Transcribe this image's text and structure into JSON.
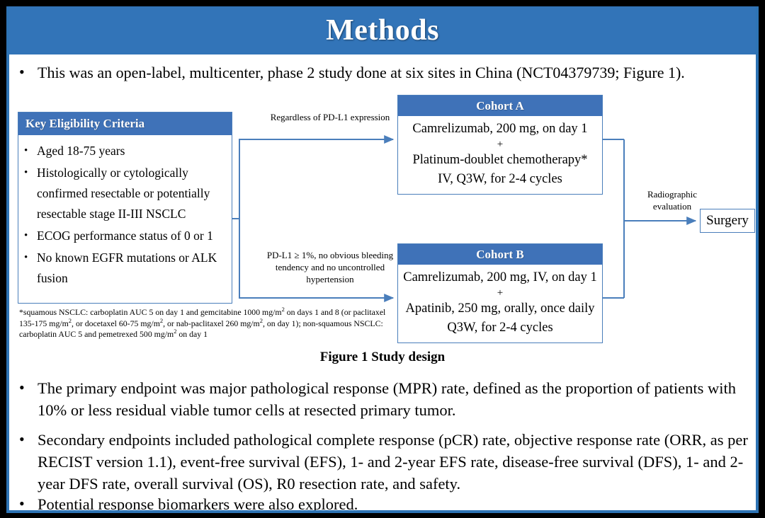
{
  "slide": {
    "title": "Methods",
    "accent_color": "#3274b8",
    "box_header_color": "#3f72b8",
    "box_border_color": "#4a7ebb",
    "frame_border_color": "#2e74b5"
  },
  "intro": {
    "bullet": "•",
    "text": "This was an open-label, multicenter, phase 2 study done at six sites in China (NCT04379739; Figure 1)."
  },
  "figure": {
    "caption": "Figure 1 Study design",
    "eligibility": {
      "header": "Key  Eligibility Criteria",
      "bullet": "•",
      "items": [
        "Aged 18-75 years",
        "Histologically or cytologically confirmed resectable or potentially resectable stage II-III  NSCLC",
        "ECOG performance status of 0 or 1",
        "No known EGFR mutations or ALK fusion"
      ]
    },
    "footnote": {
      "line1_a": "*squamous NSCLC: carboplatin AUC 5 on day 1 and gemcitabine 1000 mg/m",
      "line1_sup": "2",
      "line1_b": " on days 1 and 8 (or paclitaxel 135-175  mg/m",
      "line2_sup": "2",
      "line2_b": ", or docetaxel 60-75 mg/m",
      "line3_sup": "2",
      "line3_b": ", or nab-paclitaxel 260 mg/m",
      "line4_sup": "2",
      "line4_b": ", on day 1); non-squamous NSCLC: carboplatin AUC 5 and pemetrexed 500 mg/m",
      "line5_sup": "2",
      "line5_b": " on day 1"
    },
    "cohort_a": {
      "header": "Cohort A",
      "line1": "Camrelizumab, 200 mg, on day 1",
      "plus": "+",
      "line2": "Platinum-doublet chemotherapy*",
      "line3": "IV, Q3W, for 2-4 cycles"
    },
    "cohort_b": {
      "header": "Cohort B",
      "line1": "Camrelizumab, 200 mg, IV, on day 1",
      "plus": "+",
      "line2": "Apatinib, 250 mg, orally, once daily",
      "line3": "Q3W, for 2-4 cycles"
    },
    "labels": {
      "regardless": "Regardless  of PD-L1 expression",
      "pdl1": "PD-L1 ≥ 1%, no obvious bleeding tendency  and no uncontrolled  hypertension",
      "radiographic": "Radiographic evaluation"
    },
    "surgery": {
      "label": "Surgery"
    }
  },
  "endpoints": [
    {
      "bullet": "•",
      "text": "The primary endpoint was major pathological response (MPR) rate, defined as the proportion of patients with 10% or less residual viable tumor cells at resected primary tumor."
    },
    {
      "bullet": "•",
      "text": "Secondary endpoints included pathological complete response (pCR) rate, objective response rate (ORR, as per RECIST version 1.1), event-free survival (EFS), 1- and 2-year EFS rate, disease-free survival (DFS), 1- and 2-year DFS rate, overall survival (OS), R0 resection rate, and safety."
    },
    {
      "bullet": "•",
      "text": "Potential response biomarkers were also explored."
    }
  ]
}
